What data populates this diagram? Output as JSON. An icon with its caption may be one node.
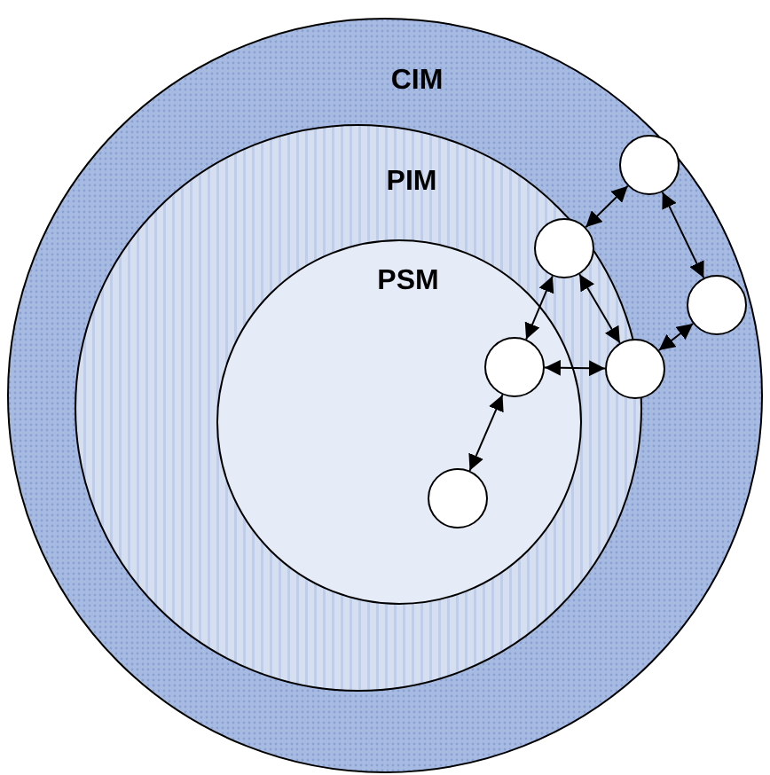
{
  "diagram": {
    "nodes": [
      {
        "text": [
          "CIM"
        ]
      },
      {
        "text": [
          "PIM"
        ],
        "in": 0
      },
      {
        "text": [
          "PSM"
        ],
        "in": 1
      },
      {
        "text": [],
        "shape": "circle",
        "in": 0
      },
      {
        "text": [],
        "shape": "circle",
        "in": 1
      },
      {
        "text": [],
        "shape": "circle",
        "in": 0
      },
      {
        "text": [],
        "shape": "circle",
        "in": 2
      },
      {
        "text": [],
        "shape": "circle",
        "in": 0
      },
      {
        "text": [],
        "shape": "circle",
        "in": 2
      }
    ],
    "edges": [
      {
        "from": 3,
        "to": 4,
        "arrow": "both"
      },
      {
        "from": 3,
        "to": 5,
        "arrow": "both"
      },
      {
        "from": 4,
        "to": 6,
        "arrow": "both"
      },
      {
        "from": 4,
        "to": 7,
        "arrow": "both"
      },
      {
        "from": 6,
        "to": 7,
        "arrow": "both"
      },
      {
        "from": 5,
        "to": 7,
        "arrow": "both"
      },
      {
        "from": 6,
        "to": 8,
        "arrow": "both"
      }
    ]
  }
}
